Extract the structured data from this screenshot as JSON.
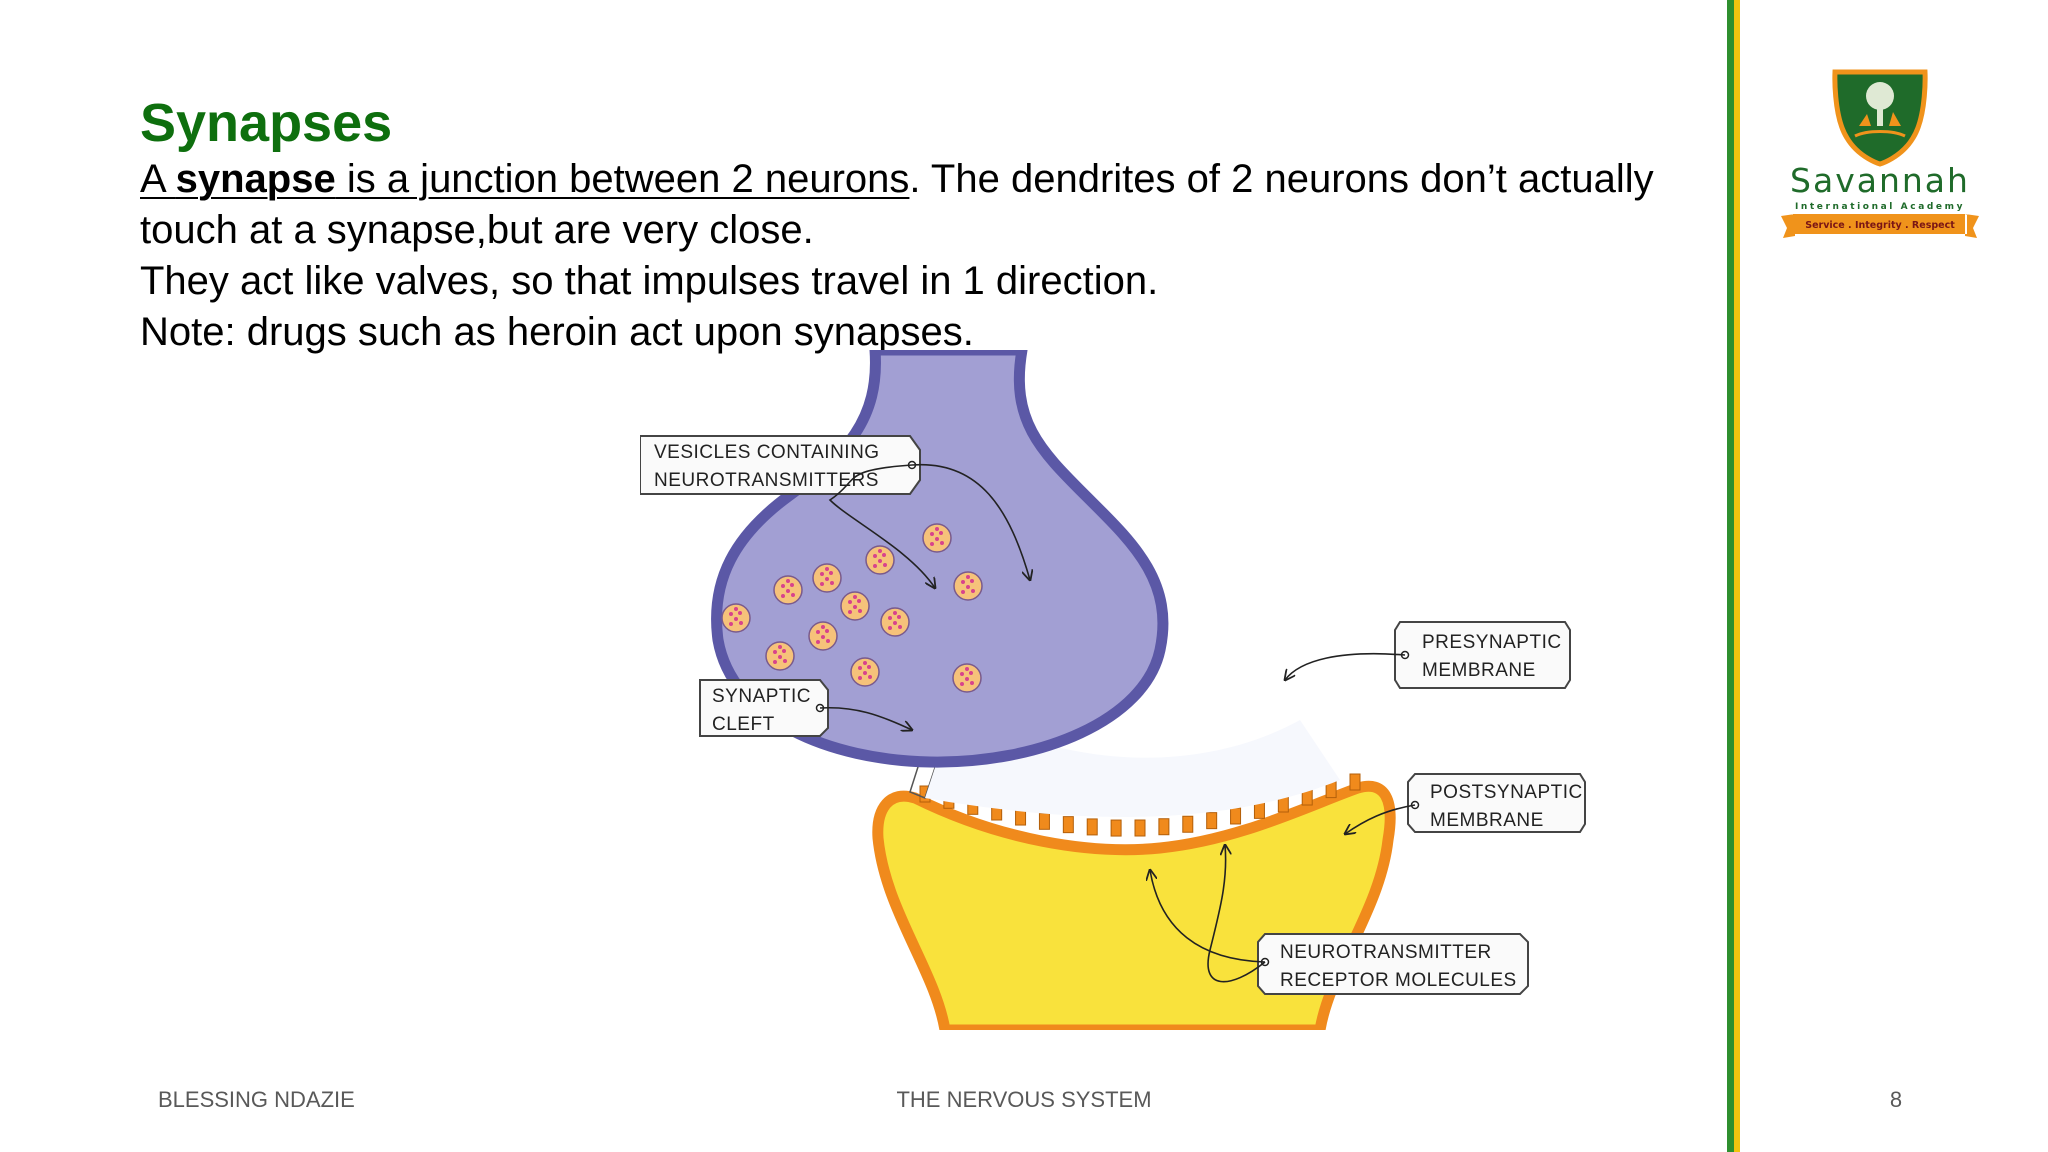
{
  "slide": {
    "title": "Synapses",
    "paragraphs": {
      "line1": {
        "intro": "A ",
        "term": "synapse",
        "definition": " is a junction between 2 neurons",
        "rest": ". The dendrites of 2 neurons don’t actually touch at a synapse,but are very close."
      },
      "line2": "They act like valves, so that impulses travel in 1 direction.",
      "line3": "Note: drugs such as heroin act upon synapses."
    }
  },
  "diagram": {
    "labels": {
      "vesicles_1": "VESICLES   CONTAINING",
      "vesicles_2": "NEUROTRANSMITTERS",
      "presynaptic_1": "PRESYNAPTIC",
      "presynaptic_2": "MEMBRANE",
      "cleft_1": "SYNAPTIC",
      "cleft_2": "CLEFT",
      "postsynaptic_1": "POSTSYNAPTIC",
      "postsynaptic_2": "MEMBRANE",
      "receptor_1": "NEUROTRANSMITTER",
      "receptor_2": "RECEPTOR    MOLECULES"
    },
    "colors": {
      "presynaptic_fill": "#a29fd3",
      "presynaptic_edge": "#5b58a6",
      "postsynaptic_fill": "#f9e23c",
      "postsynaptic_edge": "#f08a1c",
      "vesicle_fill": "#f6c27a",
      "vesicle_dots": "#d8438c"
    }
  },
  "logo": {
    "name": "Savannah",
    "subtitle": "International Academy",
    "motto": "Service . Integrity . Respect",
    "shield_color": "#1f6b2a",
    "ribbon_color": "#f0931b"
  },
  "footer": {
    "author": "BLESSING NDAZIE",
    "topic": "THE NERVOUS SYSTEM",
    "page": "8"
  },
  "theme": {
    "title_color": "#0e6f0e",
    "side_bar_green": "#2f8f2f",
    "side_bar_yellow": "#f1c40f"
  }
}
